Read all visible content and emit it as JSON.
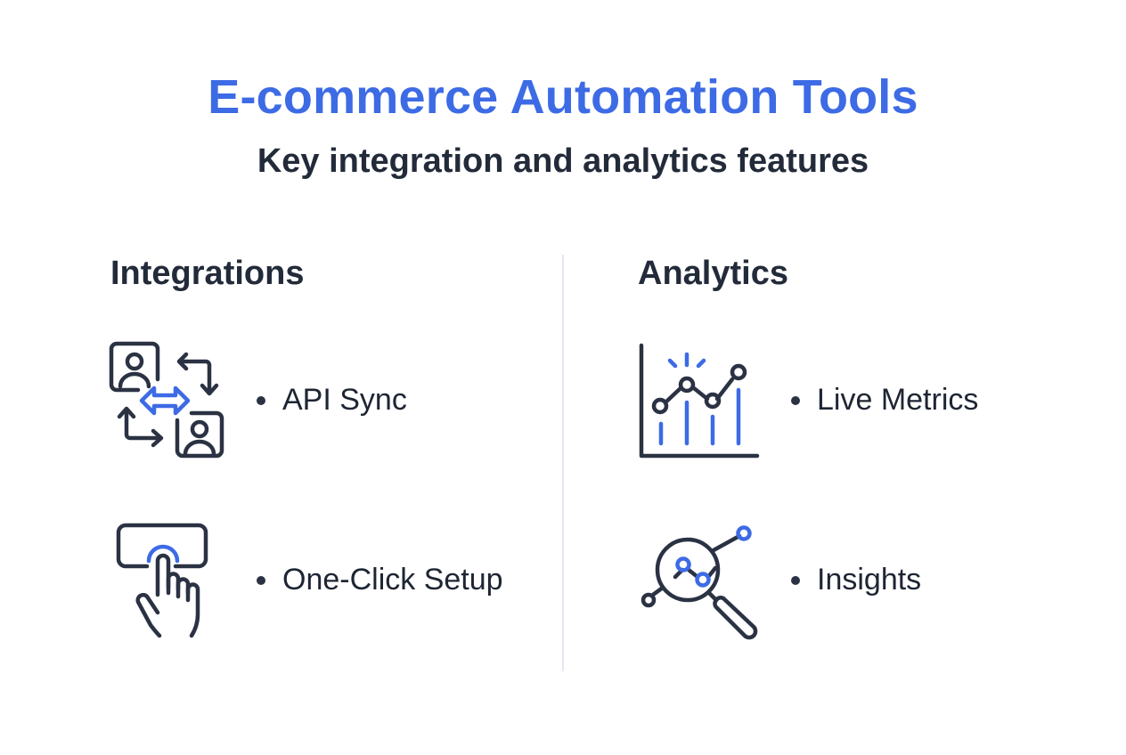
{
  "header": {
    "title": "E-commerce Automation Tools",
    "subtitle": "Key integration and analytics features"
  },
  "colors": {
    "accent": "#3d6be5",
    "text": "#232b3a",
    "divider": "#e3e8f0",
    "background": "#ffffff"
  },
  "sections": [
    {
      "heading": "Integrations",
      "features": [
        {
          "label": "API Sync",
          "icon": "user-sync-arrows-icon"
        },
        {
          "label": "One-Click Setup",
          "icon": "hand-pointer-button-icon"
        }
      ]
    },
    {
      "heading": "Analytics",
      "features": [
        {
          "label": "Live Metrics",
          "icon": "line-bar-chart-icon"
        },
        {
          "label": "Insights",
          "icon": "magnifier-trend-icon"
        }
      ]
    }
  ]
}
